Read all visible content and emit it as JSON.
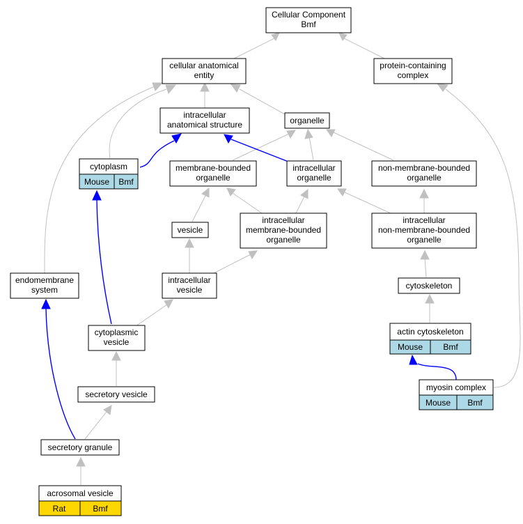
{
  "colors": {
    "edge_is_a": "#c0c0c0",
    "edge_annotation": "#0000ff",
    "species_mouse": "#add8e6",
    "species_rat": "#ffd700",
    "node_fill": "#ffffff",
    "node_border": "#000000"
  },
  "nodes": {
    "cc": [
      "Cellular Component",
      "Bmf"
    ],
    "cae": [
      "cellular anatomical",
      "entity"
    ],
    "pcc": [
      "protein-containing",
      "complex"
    ],
    "ias": [
      "intracellular",
      "anatomical structure"
    ],
    "organelle": [
      "organelle"
    ],
    "cytoplasm": [
      "cytoplasm"
    ],
    "mbo": [
      "membrane-bounded",
      "organelle"
    ],
    "io": [
      "intracellular",
      "organelle"
    ],
    "nmbo": [
      "non-membrane-bounded",
      "organelle"
    ],
    "vesicle": [
      "vesicle"
    ],
    "imbo": [
      "intracellular",
      "membrane-bounded",
      "organelle"
    ],
    "inmbo": [
      "intracellular",
      "non-membrane-bounded",
      "organelle"
    ],
    "ems": [
      "endomembrane",
      "system"
    ],
    "iv": [
      "intracellular",
      "vesicle"
    ],
    "cytoskeleton": [
      "cytoskeleton"
    ],
    "cv": [
      "cytoplasmic",
      "vesicle"
    ],
    "actin": [
      "actin cytoskeleton"
    ],
    "myosin": [
      "myosin complex"
    ],
    "sv": [
      "secretory vesicle"
    ],
    "sg": [
      "secretory granule"
    ],
    "av": [
      "acrosomal vesicle"
    ]
  },
  "species_tags": {
    "cytoplasm": [
      "Mouse",
      "Bmf"
    ],
    "actin": [
      "Mouse",
      "Bmf"
    ],
    "myosin": [
      "Mouse",
      "Bmf"
    ],
    "av": [
      "Rat",
      "Bmf"
    ]
  }
}
